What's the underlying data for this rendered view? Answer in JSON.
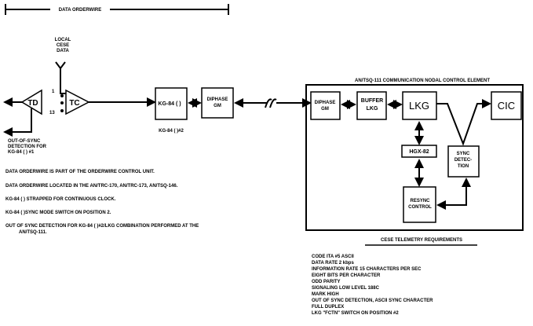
{
  "header": {
    "bracket_label": "DATA ORDERWIRE"
  },
  "left": {
    "local_cese_data": [
      "LOCAL",
      "CESE",
      "DATA"
    ],
    "pin_top": "1",
    "pin_bottom": "13",
    "td_label": "TD",
    "tc_label": "TC",
    "out_of_sync": [
      "OUT-OF-SYNC",
      "DETECTION FOR",
      "KG-84 ( ) #1"
    ],
    "kg84_label": "KG-84 ( )",
    "kg84_caption": "KG-84 ( )#2",
    "diphase_label": [
      "DIPHASE",
      "GM"
    ]
  },
  "element": {
    "title": "AN/TSQ-111 COMMUNICATION NODAL CONTROL ELEMENT",
    "diphase": [
      "DIPHASE",
      "GM"
    ],
    "buffer": [
      "BUFFER",
      "LKG"
    ],
    "lkg": "LKG",
    "cic": "CIC",
    "hgx": "HGX-82",
    "sync": [
      "SYNC",
      "DETEC-",
      "TION"
    ],
    "resync": [
      "RESYNC",
      "CONTROL"
    ]
  },
  "notes": [
    "DATA ORDERWIRE IS PART OF THE ORDERWIRE CONTROL UNIT.",
    "DATA ORDERWIRE LOCATED IN THE AN/TRC-170, AN/TRC-173, AN/TSQ-146.",
    "KG-84 ( ) STRAPPED FOR CONTINUOUS CLOCK.",
    "KG-84 ( )SYNC MODE SWITCH ON POSITION 2.",
    "OUT OF SYNC DETECTION FOR KG-84 ( )#2/LKG COMBINATION PERFORMED AT THE",
    "AN/TSQ-111."
  ],
  "telemetry": {
    "title": "CESE TELEMETRY REQUIREMENTS",
    "items": [
      "CODE ITA #5 ASCII",
      "DATA RATE 2 kbps",
      "INFORMATION RATE 15 CHARACTERS PER SEC",
      "EIGHT BITS PER CHARACTER",
      "ODD PARITY",
      "SIGNALING LOW LEVEL 188C",
      "MARK HIGH",
      "OUT OF SYNC DETECTION, ASCII SYNC CHARACTER",
      "FULL DUPLEX",
      "LKG \"FCTN\" SWITCH ON POSITION #2"
    ]
  }
}
